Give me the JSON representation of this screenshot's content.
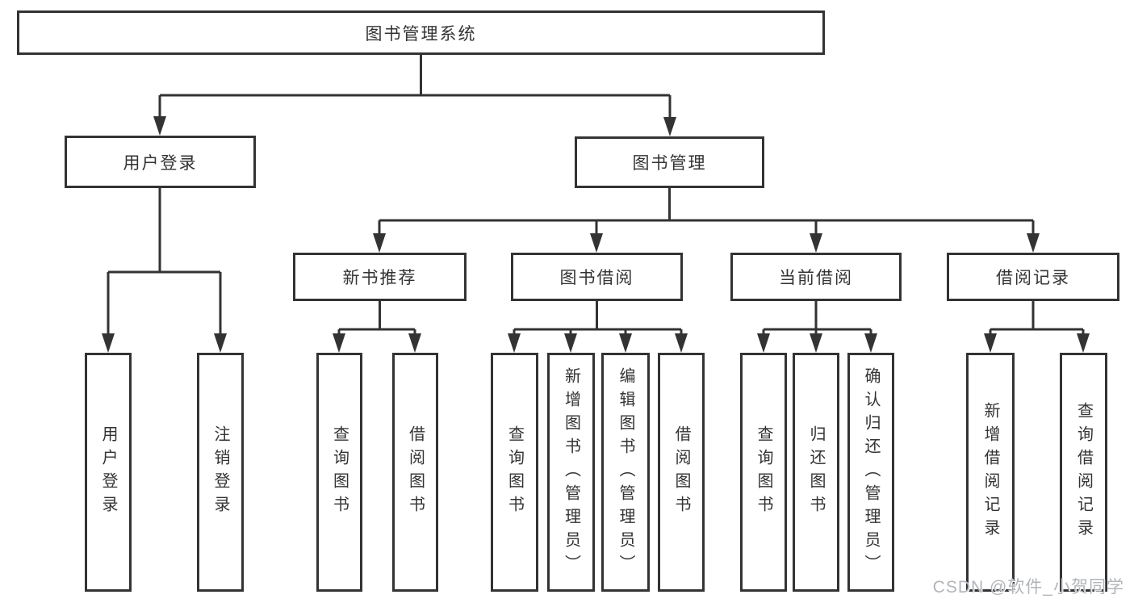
{
  "title": "图书管理系统",
  "level1": [
    {
      "label": "用户登录"
    },
    {
      "label": "图书管理"
    }
  ],
  "level2": [
    {
      "label": "新书推荐"
    },
    {
      "label": "图书借阅"
    },
    {
      "label": "当前借阅"
    },
    {
      "label": "借阅记录"
    }
  ],
  "leaves": [
    {
      "label": "用户登录"
    },
    {
      "label": "注销登录"
    },
    {
      "label": "查询图书"
    },
    {
      "label": "借阅图书"
    },
    {
      "label": "查询图书"
    },
    {
      "label": "新增图书（管理员）"
    },
    {
      "label": "编辑图书（管理员）"
    },
    {
      "label": "借阅图书"
    },
    {
      "label": "查询图书"
    },
    {
      "label": "归还图书"
    },
    {
      "label": "确认归还（管理员）"
    },
    {
      "label": "新增借阅记录"
    },
    {
      "label": "查询借阅记录"
    }
  ],
  "watermark": "CSDN @软件_小贺同学",
  "colors": {
    "line": "#333333",
    "text": "#333333",
    "watermark": "#b2b5b9"
  }
}
